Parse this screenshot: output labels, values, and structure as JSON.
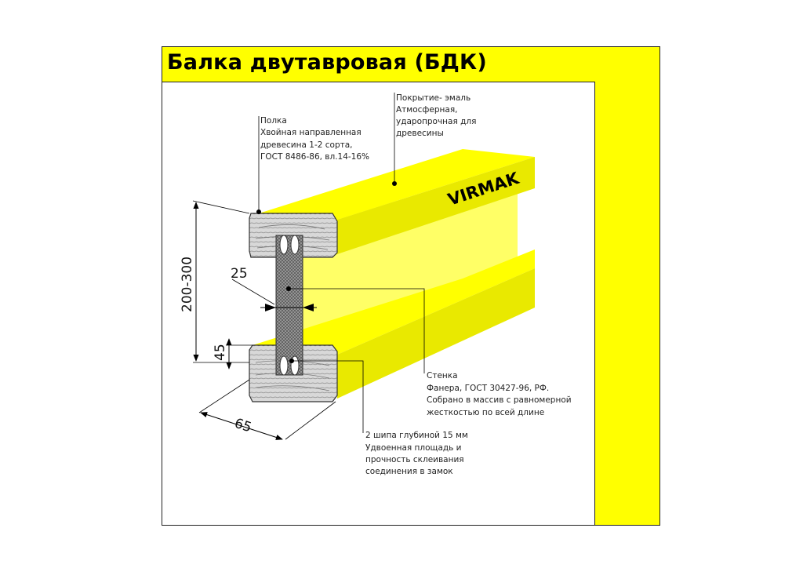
{
  "title": "Балка двутавровая (БДК)",
  "brand": "VIRMAK",
  "callouts": {
    "flange": [
      "Полка",
      "Хвойная направленная",
      "древесина 1-2 сорта,",
      "ГОСТ 8486-86, вл.14-16%"
    ],
    "coating": [
      "Покрытие- эмаль",
      "Атмосферная,",
      "ударопрочная для",
      "древесины"
    ],
    "web": [
      "Стенка",
      "Фанера, ГОСТ 30427-96, РФ.",
      "Собрано в массив с равномерной",
      "жесткостью по всей длине"
    ],
    "spikes": [
      "2 шипа глубиной 15 мм",
      "Удвоенная площадь и",
      "прочность склеивания",
      "соединения в замок"
    ]
  },
  "dimensions": {
    "height": "200-300",
    "web": "25",
    "flange_height": "45",
    "flange_width": "65"
  },
  "colors": {
    "beam": "#ffff00",
    "beam_dark": "#e6e600",
    "wood": "#d8d8d8",
    "frame": "#222222"
  }
}
